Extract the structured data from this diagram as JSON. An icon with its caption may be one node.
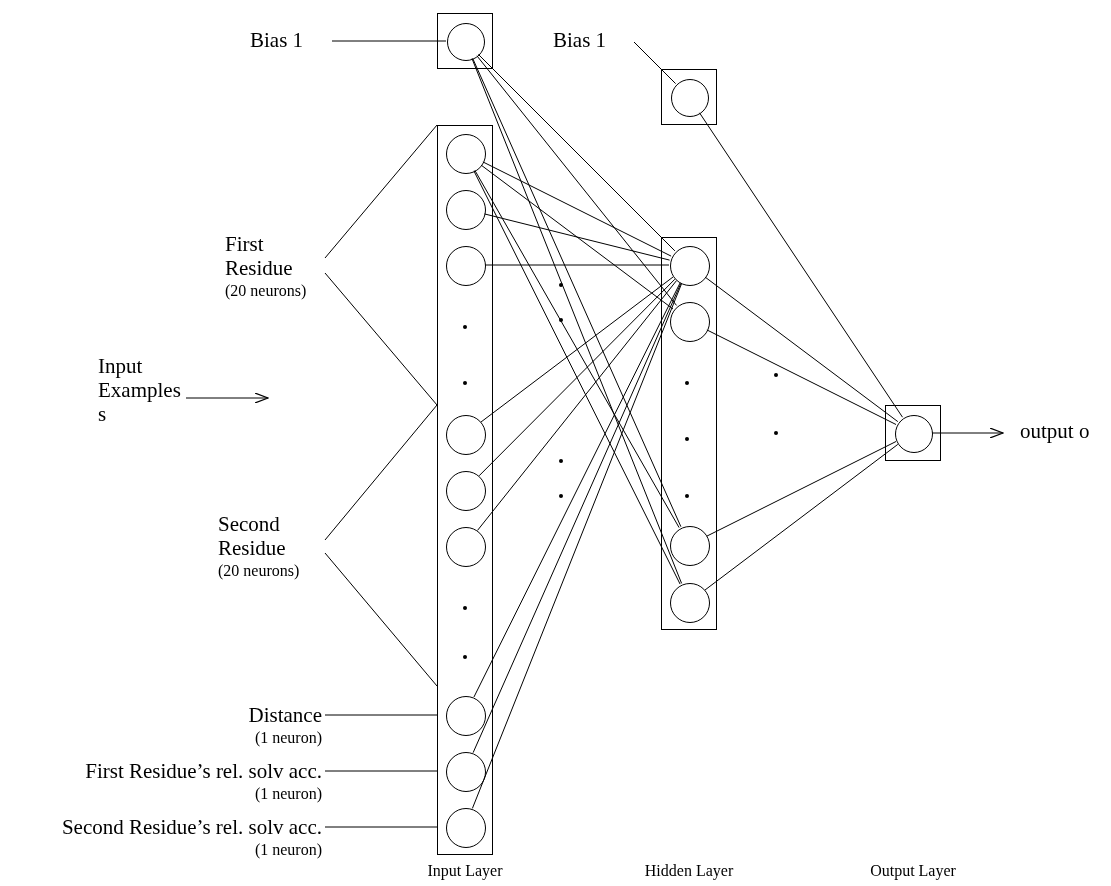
{
  "diagram": {
    "nodes": [
      {
        "text": [
          "Bias 1"
        ]
      },
      {
        "text": [],
        "shape": "box"
      },
      {
        "text": [],
        "shape": "circle",
        "in": 1
      },
      {
        "text": [
          "Bias 1"
        ]
      },
      {
        "text": [],
        "shape": "box"
      },
      {
        "text": [],
        "shape": "circle",
        "in": 4
      },
      {
        "text": [
          "First Residue",
          "(20 neurons)"
        ]
      },
      {
        "text": [
          "Input Examples s"
        ]
      },
      {
        "text": [
          "Second Residue",
          "(20 neurons)"
        ]
      },
      {
        "text": [
          "Distance",
          "(1 neuron)"
        ]
      },
      {
        "text": [
          "First Residue’s rel. solv acc.",
          "(1 neuron)"
        ]
      },
      {
        "text": [
          "Second Residue’s rel. solv acc.",
          "(1 neuron)"
        ]
      },
      {
        "text": [],
        "shape": "box"
      },
      {
        "text": [],
        "shape": "circle",
        "in": 12
      },
      {
        "text": [],
        "shape": "circle",
        "in": 12
      },
      {
        "text": [],
        "shape": "circle",
        "in": 12
      },
      {
        "text": [],
        "shape": "circle",
        "in": 12
      },
      {
        "text": [],
        "shape": "circle",
        "in": 12
      },
      {
        "text": [],
        "shape": "circle",
        "in": 12
      },
      {
        "text": [],
        "shape": "circle",
        "in": 12
      },
      {
        "text": [],
        "shape": "circle",
        "in": 12
      },
      {
        "text": [],
        "shape": "circle",
        "in": 12
      },
      {
        "text": [],
        "shape": "box"
      },
      {
        "text": [],
        "shape": "circle",
        "in": 22
      },
      {
        "text": [],
        "shape": "circle",
        "in": 22
      },
      {
        "text": [],
        "shape": "circle",
        "in": 22
      },
      {
        "text": [],
        "shape": "circle",
        "in": 22
      },
      {
        "text": [],
        "shape": "box"
      },
      {
        "text": [],
        "shape": "circle",
        "in": 27
      },
      {
        "text": [
          "output o"
        ]
      }
    ],
    "edges": [
      {
        "from": 0,
        "to": 2,
        "arrow": "none"
      },
      {
        "from": 3,
        "to": 5,
        "arrow": "none"
      },
      {
        "from": 6,
        "to": 12,
        "arrow": "none"
      },
      {
        "from": 6,
        "to": 12,
        "arrow": "none"
      },
      {
        "from": 7,
        "to": null,
        "arrow": "to"
      },
      {
        "from": 8,
        "to": 12,
        "arrow": "none"
      },
      {
        "from": 8,
        "to": 12,
        "arrow": "none"
      },
      {
        "from": 9,
        "to": 12,
        "arrow": "none"
      },
      {
        "from": 10,
        "to": 12,
        "arrow": "none"
      },
      {
        "from": 11,
        "to": 12,
        "arrow": "none"
      },
      {
        "from": 2,
        "to": 23,
        "arrow": "none"
      },
      {
        "from": 2,
        "to": 24,
        "arrow": "none"
      },
      {
        "from": 2,
        "to": 25,
        "arrow": "none"
      },
      {
        "from": 2,
        "to": 26,
        "arrow": "none"
      },
      {
        "from": 13,
        "to": 23,
        "arrow": "none"
      },
      {
        "from": 13,
        "to": 24,
        "arrow": "none"
      },
      {
        "from": 13,
        "to": 25,
        "arrow": "none"
      },
      {
        "from": 13,
        "to": 26,
        "arrow": "none"
      },
      {
        "from": 14,
        "to": 23,
        "arrow": "none"
      },
      {
        "from": 15,
        "to": 23,
        "arrow": "none"
      },
      {
        "from": 16,
        "to": 23,
        "arrow": "none"
      },
      {
        "from": 17,
        "to": 23,
        "arrow": "none"
      },
      {
        "from": 18,
        "to": 23,
        "arrow": "none"
      },
      {
        "from": 19,
        "to": 23,
        "arrow": "none"
      },
      {
        "from": 20,
        "to": 23,
        "arrow": "none"
      },
      {
        "from": 21,
        "to": 23,
        "arrow": "none"
      },
      {
        "from": 23,
        "to": 28,
        "arrow": "none"
      },
      {
        "from": 24,
        "to": 28,
        "arrow": "none"
      },
      {
        "from": 25,
        "to": 28,
        "arrow": "none"
      },
      {
        "from": 26,
        "to": 28,
        "arrow": "none"
      },
      {
        "from": 5,
        "to": 28,
        "arrow": "none"
      },
      {
        "from": 28,
        "to": 29,
        "arrow": "to"
      }
    ],
    "labels": [
      "Input Layer",
      "Hidden Layer",
      "Output Layer"
    ]
  }
}
